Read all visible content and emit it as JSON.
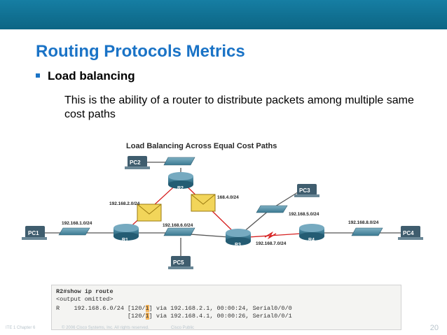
{
  "slide": {
    "title": "Routing Protocols Metrics",
    "bullet": "Load balancing",
    "body": "This is the ability of a router to distribute packets among multiple same cost paths"
  },
  "diagram": {
    "title": "Load Balancing Across Equal Cost Paths",
    "devices": {
      "pc1": "PC1",
      "pc2": "PC2",
      "pc3": "PC3",
      "pc4": "PC4",
      "pc5": "PC5",
      "r1": "R1",
      "r2": "R2",
      "r3": "R3",
      "r4": "R4"
    },
    "networks": {
      "n1": "192.168.1.0/24",
      "n2": "192.168.2.0/24",
      "n4": "168.4.0/24",
      "n5": "192.168.5.0/24",
      "n6": "192.168.6.0/24",
      "n7": "192.168.7.0/24",
      "n8": "192.168.8.0/24"
    }
  },
  "cli": {
    "prompt": "R2#",
    "command": "show ip route",
    "omitted": "<output omitted>",
    "route1_pre": "R    192.168.6.0/24 [120/",
    "route1_hl": "1",
    "route1_post": "] via 192.168.2.1, 00:00:24, Serial0/0/0",
    "route2_pre": "                    [120/",
    "route2_hl": "1",
    "route2_post": "] via 192.168.4.1, 00:00:26, Serial0/0/1"
  },
  "footer": {
    "course": "ITE 1 Chapter 6",
    "copyright": "© 2006 Cisco Systems, Inc. All rights reserved.",
    "classification": "Cisco Public",
    "page": "20"
  },
  "colors": {
    "topbar": "#0e6c8e",
    "title": "#1a73c6",
    "serial_link": "#d62020",
    "router": "#2f6f87"
  }
}
